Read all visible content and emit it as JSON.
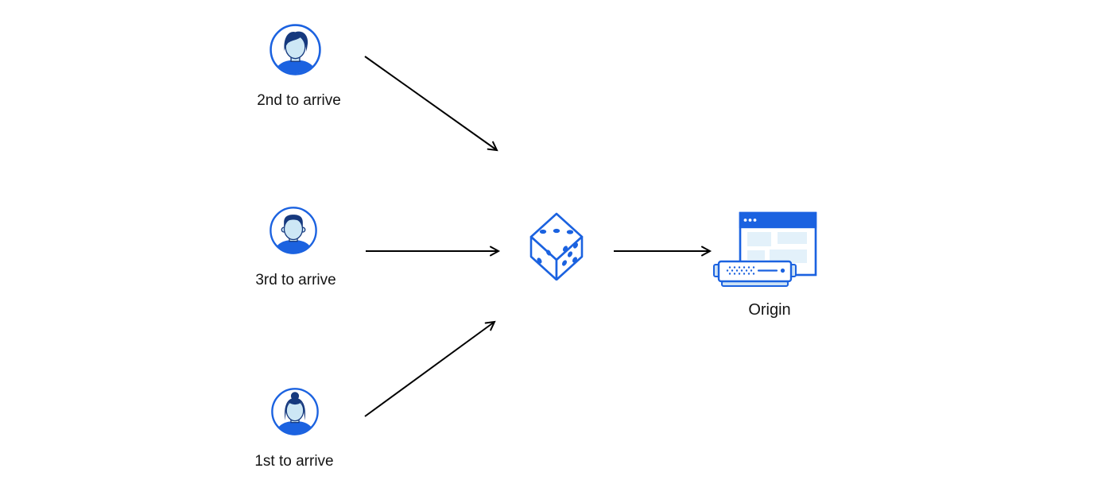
{
  "diagram": {
    "nodes": {
      "client_top": {
        "label": "2nd to arrive",
        "icon": "user-avatar-male-side-part"
      },
      "client_middle": {
        "label": "3rd to arrive",
        "icon": "user-avatar-male-flat-top"
      },
      "client_bottom": {
        "label": "1st to arrive",
        "icon": "user-avatar-female-bun"
      },
      "randomizer": {
        "icon": "dice"
      },
      "origin": {
        "label": "Origin",
        "icon": "origin-server-browser"
      }
    },
    "edges": [
      {
        "from": "client_top",
        "to": "randomizer"
      },
      {
        "from": "client_middle",
        "to": "randomizer"
      },
      {
        "from": "client_bottom",
        "to": "randomizer"
      },
      {
        "from": "randomizer",
        "to": "origin"
      }
    ],
    "colors": {
      "primary_blue": "#1b62e0",
      "dark_navy": "#16397e",
      "skin_blue": "#cde7f5",
      "pale_blue": "#e3f1fa",
      "mid_blue": "#cfe3f4",
      "arrow": "#000000",
      "text": "#141414",
      "background": "#ffffff"
    }
  }
}
